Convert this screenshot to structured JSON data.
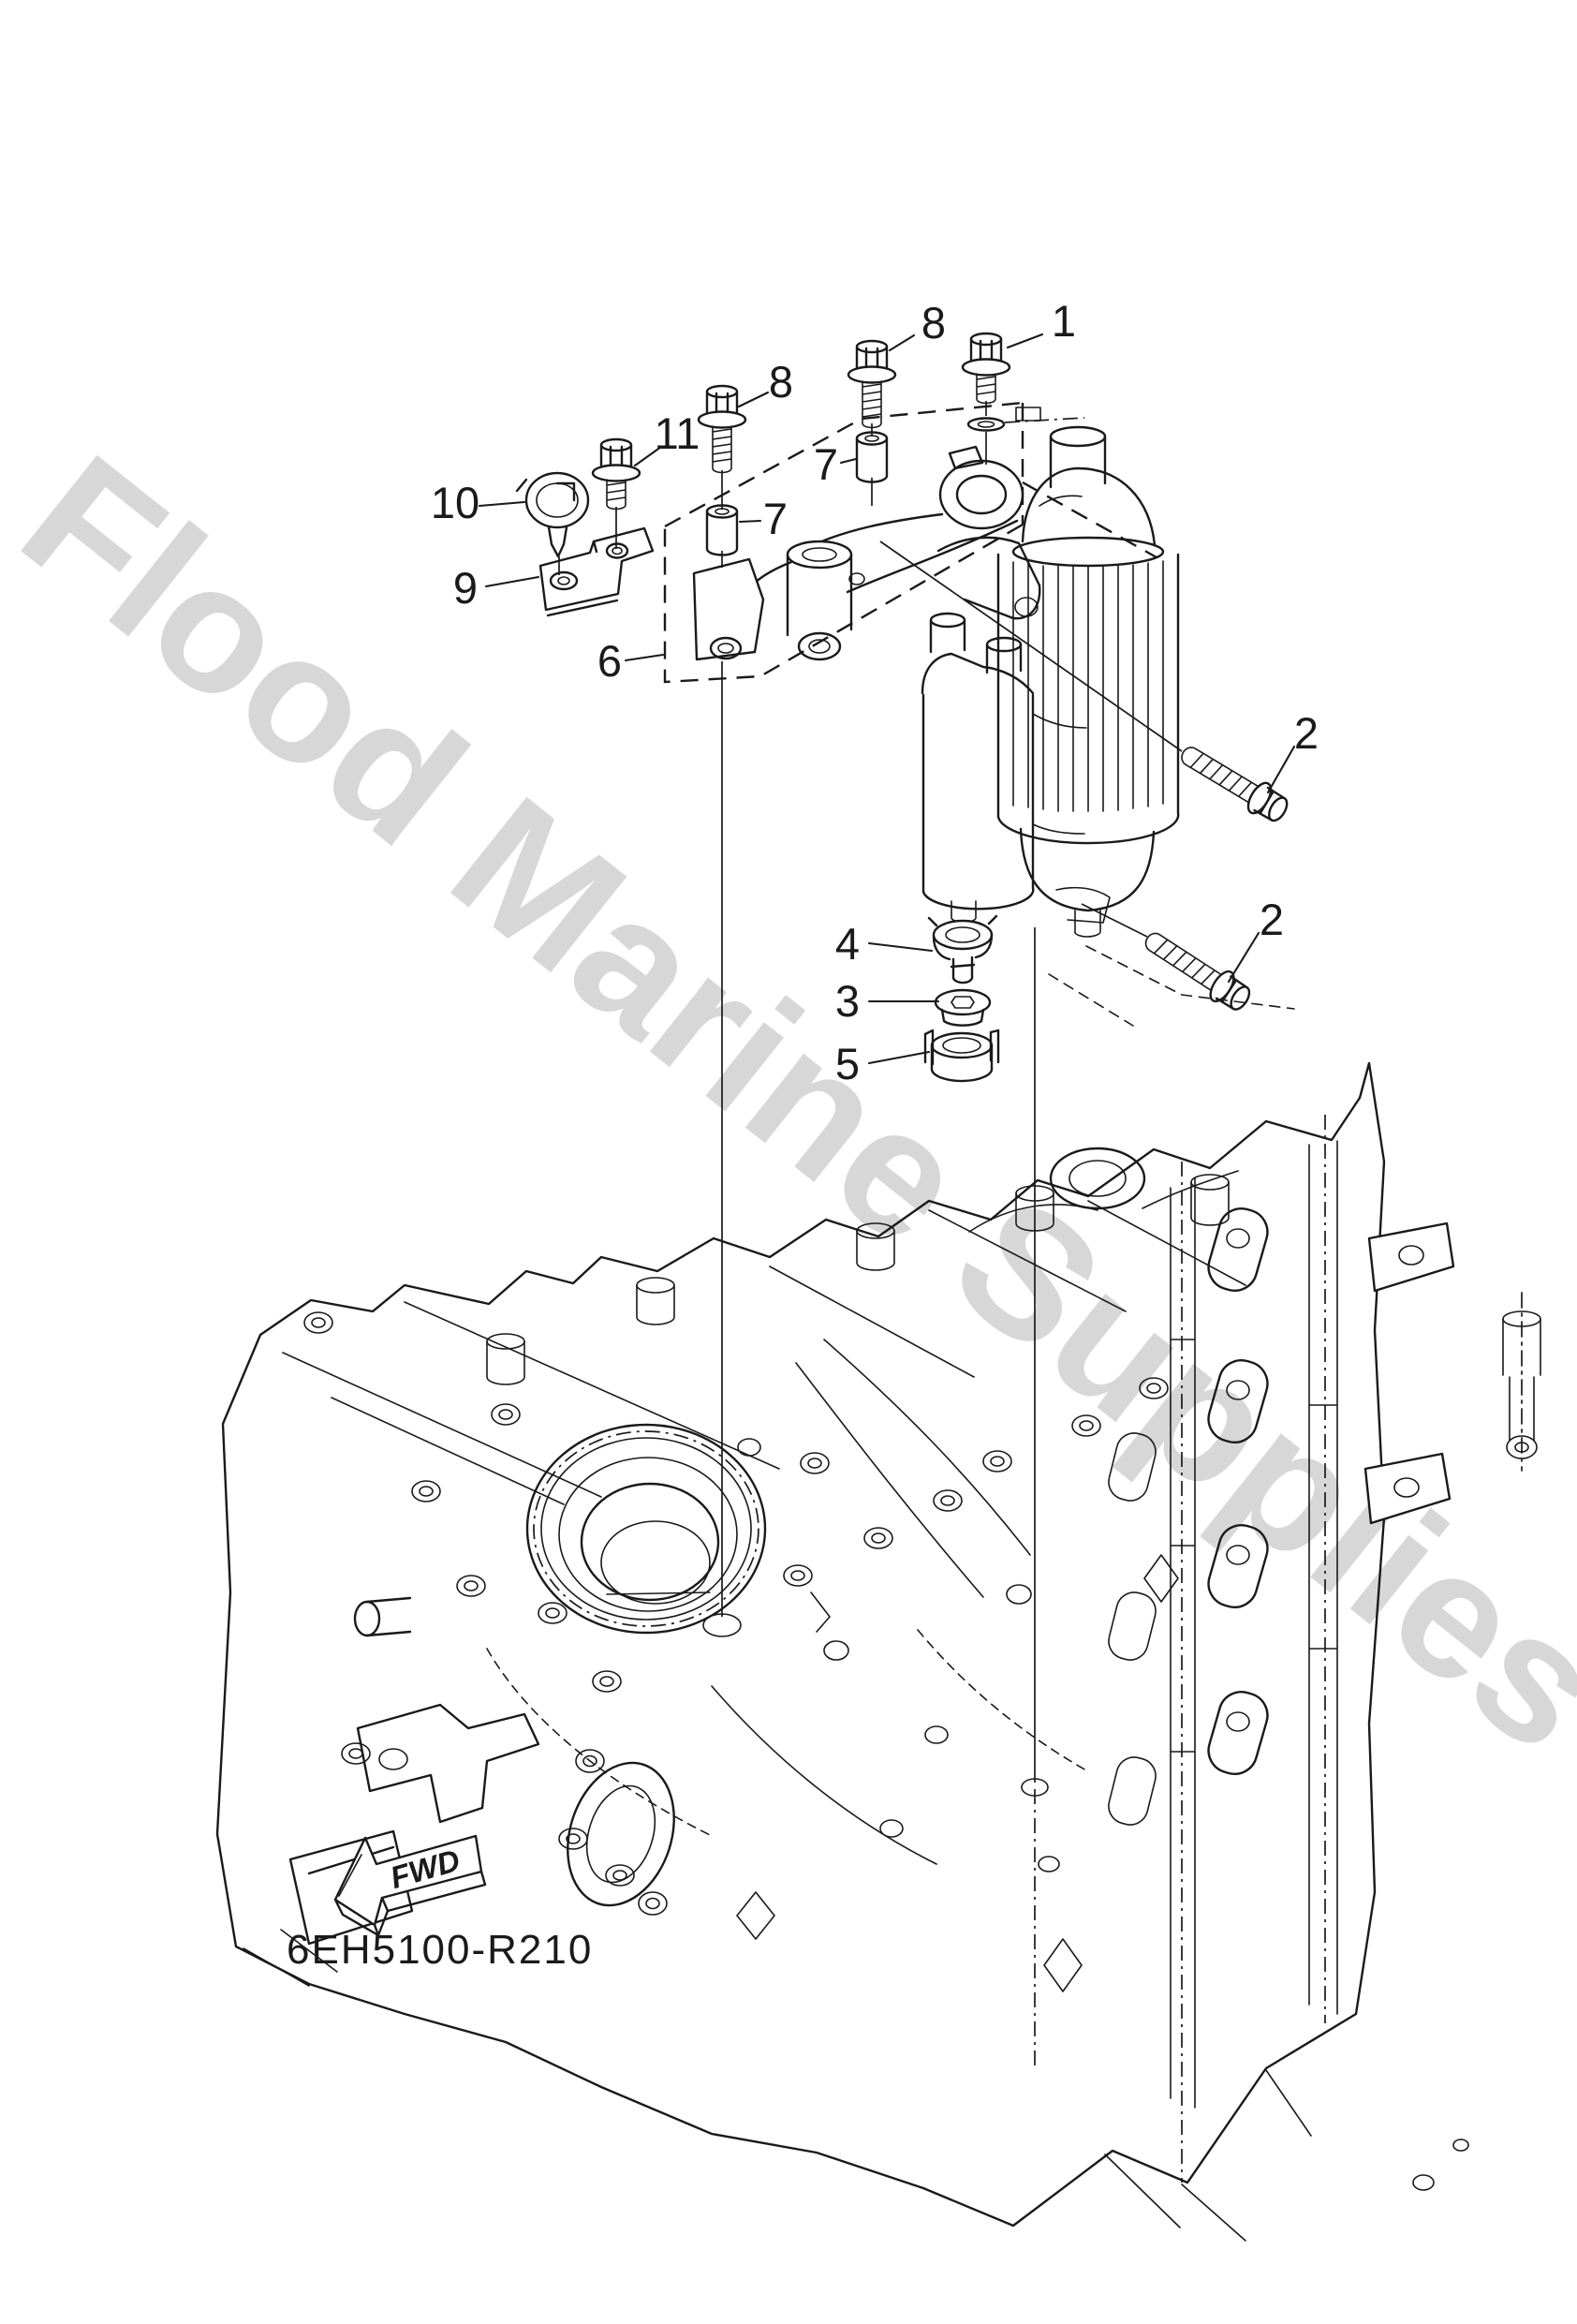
{
  "diagram": {
    "watermark_text": "Flood Marine Supplies",
    "part_code": "6EH5100-R210",
    "fwd_label": "FWD",
    "colors": {
      "line": "#1a1a1a",
      "watermark": "#d4d4d4",
      "background": "#ffffff"
    },
    "callouts": {
      "n1": "1",
      "n2_upper": "2",
      "n2_lower": "2",
      "n3": "3",
      "n4": "4",
      "n5": "5",
      "n6": "6",
      "n7_left": "7",
      "n7_right": "7",
      "n8_left": "8",
      "n8_right": "8",
      "n9": "9",
      "n10": "10",
      "n11": "11"
    }
  }
}
